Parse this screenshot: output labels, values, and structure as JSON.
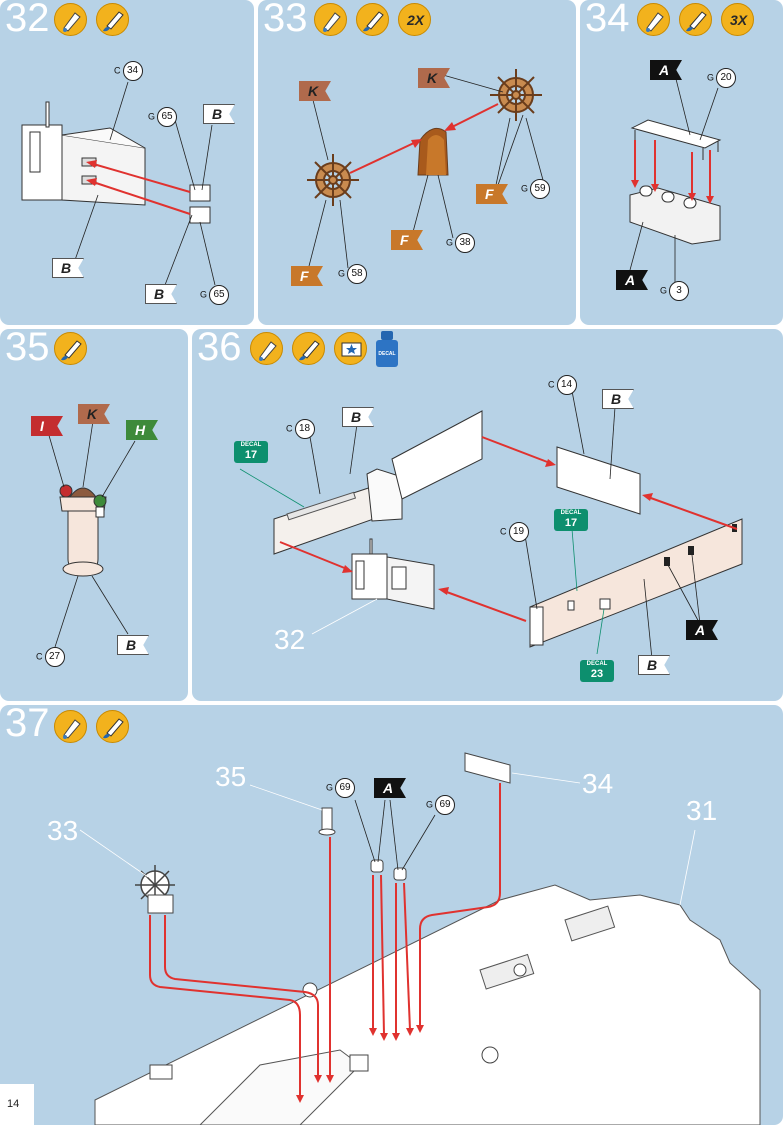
{
  "page_number": "14",
  "colors": {
    "panel": "#b7d2e6",
    "arrow": "#e0322f",
    "icon": "#f2b21d"
  },
  "steps": [
    {
      "number": "32",
      "icons": [
        "glue-icon",
        "paint-brush-icon"
      ]
    },
    {
      "number": "33",
      "icons": [
        "glue-icon",
        "paint-brush-icon"
      ],
      "repeat": "2X"
    },
    {
      "number": "34",
      "icons": [
        "glue-icon",
        "paint-brush-icon"
      ],
      "repeat": "3X"
    },
    {
      "number": "35",
      "icons": [
        "paint-brush-icon"
      ]
    },
    {
      "number": "36",
      "icons": [
        "glue-icon",
        "paint-brush-icon",
        "decal-icon",
        "decal-soft-bottle-icon"
      ],
      "bottle_label": "DECAL"
    },
    {
      "number": "37",
      "icons": [
        "glue-icon",
        "paint-brush-icon"
      ]
    }
  ],
  "step32": {
    "parts": [
      {
        "sprue": "C",
        "num": "34"
      },
      {
        "sprue": "G",
        "num": "65"
      },
      {
        "sprue": "G",
        "num": "65"
      }
    ],
    "flags": [
      "B",
      "B",
      "B"
    ]
  },
  "step33": {
    "parts": [
      {
        "sprue": "G",
        "num": "59"
      },
      {
        "sprue": "G",
        "num": "38"
      },
      {
        "sprue": "G",
        "num": "58"
      }
    ],
    "flags": [
      "K",
      "K",
      "F",
      "F",
      "F"
    ]
  },
  "step34": {
    "parts": [
      {
        "sprue": "G",
        "num": "20"
      },
      {
        "sprue": "G",
        "num": "3"
      }
    ],
    "flags": [
      "A",
      "A"
    ]
  },
  "step35": {
    "parts": [
      {
        "sprue": "C",
        "num": "27"
      }
    ],
    "flags": [
      "I",
      "K",
      "H",
      "B"
    ]
  },
  "step36": {
    "parts": [
      {
        "sprue": "C",
        "num": "14"
      },
      {
        "sprue": "C",
        "num": "18"
      },
      {
        "sprue": "C",
        "num": "19"
      }
    ],
    "flags": [
      "B",
      "B",
      "A",
      "B"
    ],
    "decals": [
      {
        "label": "DECAL",
        "num": "17"
      },
      {
        "label": "DECAL",
        "num": "17"
      },
      {
        "label": "DECAL",
        "num": "23"
      }
    ],
    "callout": "32"
  },
  "step37": {
    "parts": [
      {
        "sprue": "G",
        "num": "69"
      },
      {
        "sprue": "G",
        "num": "69"
      }
    ],
    "flags": [
      "A"
    ],
    "callouts": [
      "35",
      "34",
      "33",
      "31"
    ]
  }
}
